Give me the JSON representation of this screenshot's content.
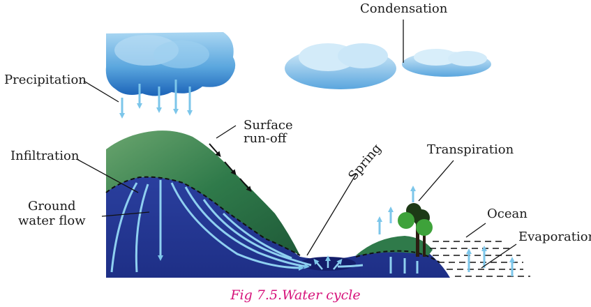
{
  "labels": {
    "condensation": "Condensation",
    "precipitation": "Precipitation",
    "surface_runoff": "Surface\nrun-off",
    "infiltration": "Infiltration",
    "ground_water_flow": "Ground\nwater flow",
    "spring": "Spring",
    "transpiration": "Transpiration",
    "ocean": "Ocean",
    "evaporation": "Evaporation"
  },
  "caption": "Fig 7.5.Water cycle",
  "colors": {
    "cloud_dark": "#1b63b8",
    "cloud_light": "#8ec8ee",
    "hill_green": "#2f7a4a",
    "hill_green_light": "#5f9e6a",
    "ground_water": "#2a3f9e",
    "water_flow": "#8fd0f0",
    "arrow": "#7cc6ea",
    "tree_green": "#3ea23a",
    "caption": "#d6127a"
  }
}
